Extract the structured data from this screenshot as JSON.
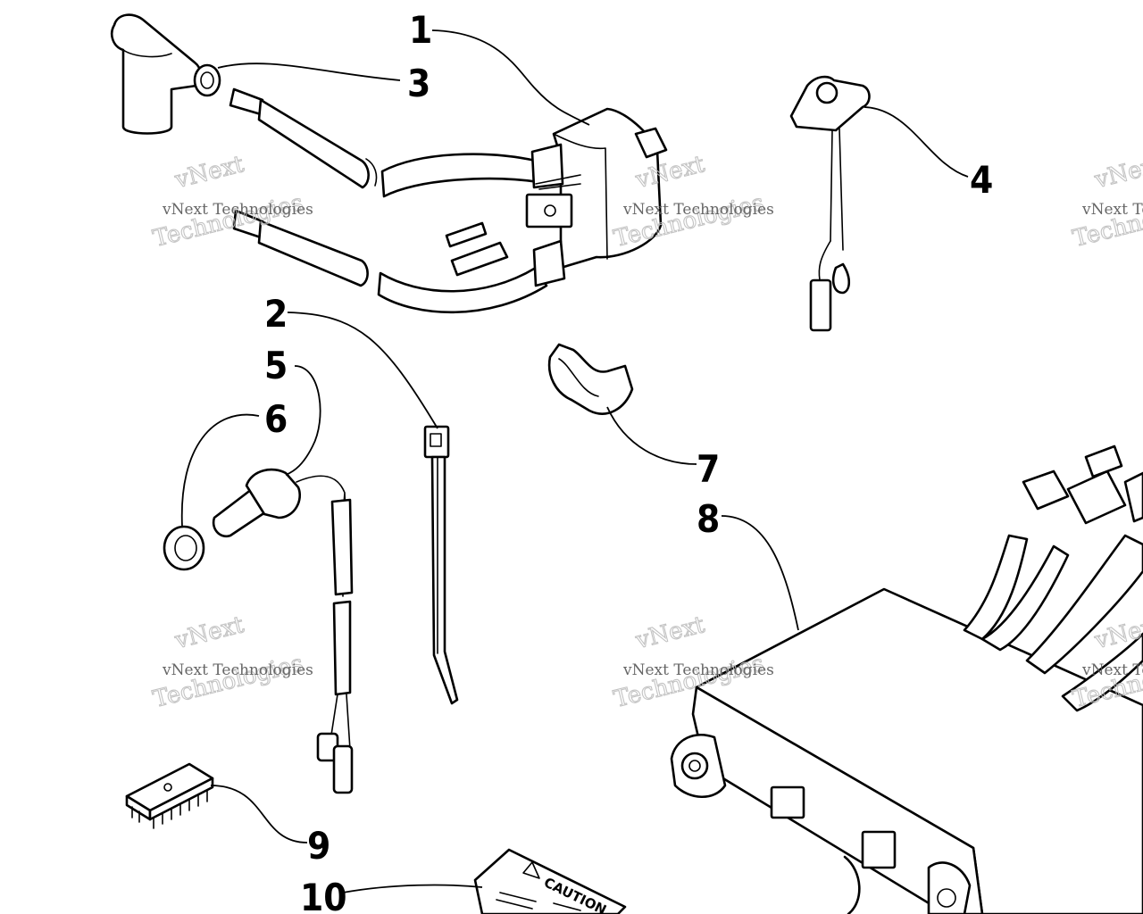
{
  "callouts": [
    {
      "id": "1",
      "label": "1"
    },
    {
      "id": "2",
      "label": "2"
    },
    {
      "id": "3",
      "label": "3"
    },
    {
      "id": "4",
      "label": "4"
    },
    {
      "id": "5",
      "label": "5"
    },
    {
      "id": "6",
      "label": "6"
    },
    {
      "id": "7",
      "label": "7"
    },
    {
      "id": "8",
      "label": "8"
    },
    {
      "id": "9",
      "label": "9"
    },
    {
      "id": "10",
      "label": "10"
    }
  ],
  "watermark": {
    "line1": "vNext Technologies",
    "line2": "vNext",
    "line3": "Technologies"
  },
  "decal": {
    "text": "CAUTION"
  },
  "colors": {
    "ink": "#000000",
    "background": "#ffffff",
    "watermark": "#bdbdbd"
  }
}
